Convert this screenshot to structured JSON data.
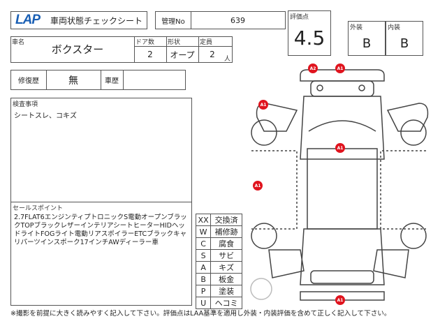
{
  "header": {
    "logo": "LAP",
    "title": "車両状態チェックシート",
    "control_no_label": "管理No",
    "control_no": "639"
  },
  "score": {
    "label": "評価点",
    "value": "4.5",
    "exterior_label": "外装",
    "exterior": "B",
    "interior_label": "内装",
    "interior": "B"
  },
  "vehicle": {
    "name_label": "車名",
    "name": "ボクスター",
    "doors_label": "ドア数",
    "doors": "2",
    "body_label": "形状",
    "body": "オープ",
    "capacity_label": "定員",
    "capacity": "2",
    "capacity_unit": "人"
  },
  "history": {
    "repair_label": "修復歴",
    "repair": "無",
    "vehicle_history_label": "車歴",
    "vehicle_history": ""
  },
  "inspection": {
    "label": "検査事項",
    "text": "シートスレ、コキズ"
  },
  "sales": {
    "label": "セールスポイント",
    "text": "2.7FLAT6エンジンティプトロニックS電動オープンブラックTOPブラックレザーインテリアシートヒーターHIDヘッドライトFOGライト電動リアスポイラーETCブラックキャリパーツインスポーク17インチAWディーラー車"
  },
  "legend": [
    {
      "code": "XX",
      "meaning": "交換済"
    },
    {
      "code": "W",
      "meaning": "補修跡"
    },
    {
      "code": "C",
      "meaning": "腐食"
    },
    {
      "code": "S",
      "meaning": "サビ"
    },
    {
      "code": "A",
      "meaning": "キズ"
    },
    {
      "code": "B",
      "meaning": "板金"
    },
    {
      "code": "P",
      "meaning": "塗装"
    },
    {
      "code": "U",
      "meaning": "ヘコミ"
    }
  ],
  "markers": [
    "A2",
    "A1",
    "A1",
    "A1",
    "A1",
    "A1"
  ],
  "footer": "※撮影を前提に大きく読みやすく記入して下さい。評価点はLAA基準を適用し外装・内装評価を含めて正しく記入して下さい。",
  "colors": {
    "marker": "#e0141e",
    "logo": "#1a5fb4"
  }
}
